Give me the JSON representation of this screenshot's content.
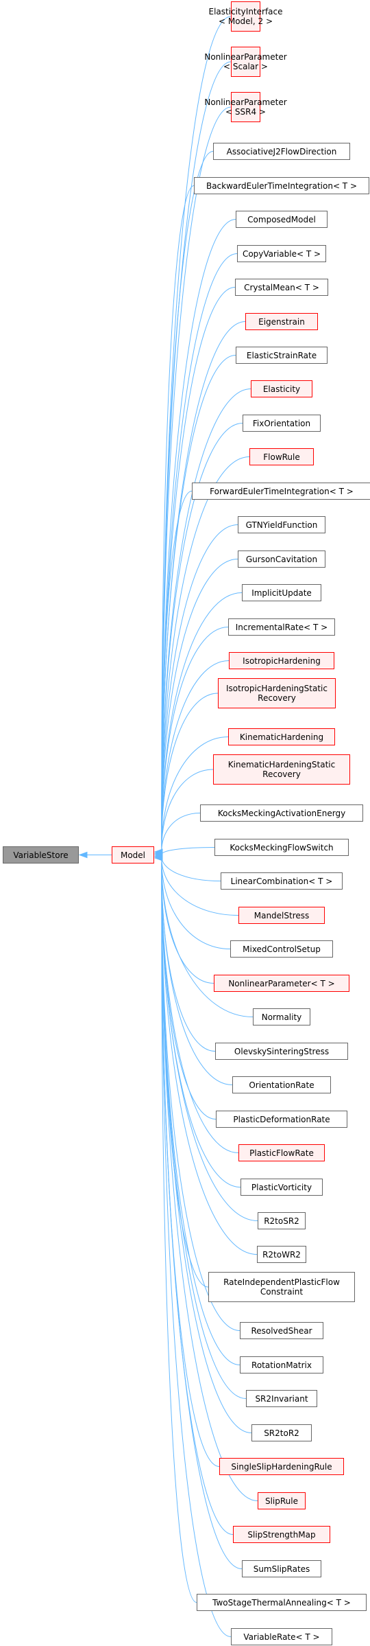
{
  "base": {
    "label": "VariableStore",
    "style": "grey"
  },
  "model": {
    "label": "Model",
    "style": "red"
  },
  "children": [
    {
      "label": "ElasticityInterface\n< Model, 2 >",
      "style": "red"
    },
    {
      "label": "NonlinearParameter\n< Scalar >",
      "style": "red"
    },
    {
      "label": "NonlinearParameter\n< SSR4 >",
      "style": "red"
    },
    {
      "label": "AssociativeJ2FlowDirection",
      "style": "plain"
    },
    {
      "label": "BackwardEulerTimeIntegration< T >",
      "style": "plain"
    },
    {
      "label": "ComposedModel",
      "style": "plain"
    },
    {
      "label": "CopyVariable< T >",
      "style": "plain"
    },
    {
      "label": "CrystalMean< T >",
      "style": "plain"
    },
    {
      "label": "Eigenstrain",
      "style": "red"
    },
    {
      "label": "ElasticStrainRate",
      "style": "plain"
    },
    {
      "label": "Elasticity",
      "style": "red"
    },
    {
      "label": "FixOrientation",
      "style": "plain"
    },
    {
      "label": "FlowRule",
      "style": "red"
    },
    {
      "label": "ForwardEulerTimeIntegration< T >",
      "style": "plain"
    },
    {
      "label": "GTNYieldFunction",
      "style": "plain"
    },
    {
      "label": "GursonCavitation",
      "style": "plain"
    },
    {
      "label": "ImplicitUpdate",
      "style": "plain"
    },
    {
      "label": "IncrementalRate< T >",
      "style": "plain"
    },
    {
      "label": "IsotropicHardening",
      "style": "red"
    },
    {
      "label": "IsotropicHardeningStatic\nRecovery",
      "style": "red"
    },
    {
      "label": "KinematicHardening",
      "style": "red"
    },
    {
      "label": "KinematicHardeningStatic\nRecovery",
      "style": "red"
    },
    {
      "label": "KocksMeckingActivationEnergy",
      "style": "plain"
    },
    {
      "label": "KocksMeckingFlowSwitch",
      "style": "plain"
    },
    {
      "label": "LinearCombination< T >",
      "style": "plain"
    },
    {
      "label": "MandelStress",
      "style": "red"
    },
    {
      "label": "MixedControlSetup",
      "style": "plain"
    },
    {
      "label": "NonlinearParameter< T >",
      "style": "red"
    },
    {
      "label": "Normality",
      "style": "plain"
    },
    {
      "label": "OlevskySinteringStress",
      "style": "plain"
    },
    {
      "label": "OrientationRate",
      "style": "plain"
    },
    {
      "label": "PlasticDeformationRate",
      "style": "plain"
    },
    {
      "label": "PlasticFlowRate",
      "style": "red"
    },
    {
      "label": "PlasticVorticity",
      "style": "plain"
    },
    {
      "label": "R2toSR2",
      "style": "plain"
    },
    {
      "label": "R2toWR2",
      "style": "plain"
    },
    {
      "label": "RateIndependentPlasticFlow\nConstraint",
      "style": "plain"
    },
    {
      "label": "ResolvedShear",
      "style": "plain"
    },
    {
      "label": "RotationMatrix",
      "style": "plain"
    },
    {
      "label": "SR2Invariant",
      "style": "plain"
    },
    {
      "label": "SR2toR2",
      "style": "plain"
    },
    {
      "label": "SingleSlipHardeningRule",
      "style": "red"
    },
    {
      "label": "SlipRule",
      "style": "red"
    },
    {
      "label": "SlipStrengthMap",
      "style": "red"
    },
    {
      "label": "SumSlipRates",
      "style": "plain"
    },
    {
      "label": "TwoStageThermalAnnealing< T >",
      "style": "plain"
    },
    {
      "label": "VariableRate< T >",
      "style": "plain"
    }
  ],
  "colors": {
    "edge": "#63b8ff",
    "red_border": "#ff0000",
    "red_fill": "#fff0f0",
    "plain_border": "#666666",
    "grey_fill": "#999999"
  }
}
